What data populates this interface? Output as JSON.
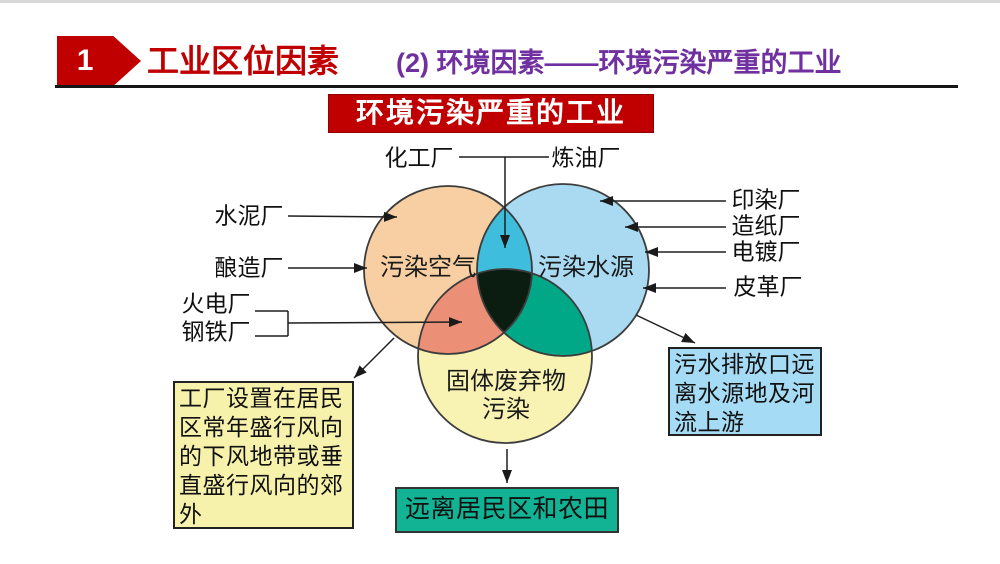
{
  "slide": {
    "badge_number": "1",
    "title": "工业区位因素",
    "subtitle": "(2) 环境因素——环境污染严重的工业",
    "banner": "环境污染严重的工业"
  },
  "colors": {
    "accent_red": "#C00000",
    "subtitle_purple": "#7030A0",
    "air_circle": "#F7CFA2",
    "water_circle": "#A9DAF2",
    "solid_circle": "#F8F3B3",
    "air_water_overlap": "#3EBEDC",
    "air_solid_overlap": "#EB8F77",
    "water_solid_overlap": "#00A887",
    "triple_overlap": "#0B1D11",
    "circle_stroke": "#3d3d3d",
    "air_note_bg": "#F6F1AB",
    "water_note_bg": "#A5DBF4",
    "solid_note_bg": "#12B294"
  },
  "venn": {
    "air_label": "污染空气",
    "water_label": "污染水源",
    "solid_label_line1": "固体废弃物",
    "solid_label_line2": "污染"
  },
  "factories": {
    "chemical": "化工厂",
    "refinery": "炼油厂",
    "cement": "水泥厂",
    "brewery": "酿造厂",
    "thermal_power": "火电厂",
    "steel": "钢铁厂",
    "dyeing": "印染厂",
    "paper": "造纸厂",
    "electroplating": "电镀厂",
    "leather": "皮革厂"
  },
  "notes": {
    "air": "工厂设置在居民区常年盛行风向的下风地带或垂直盛行风向的郊外",
    "water": "污水排放口远离水源地及河流上游",
    "solid": "远离居民区和农田"
  }
}
